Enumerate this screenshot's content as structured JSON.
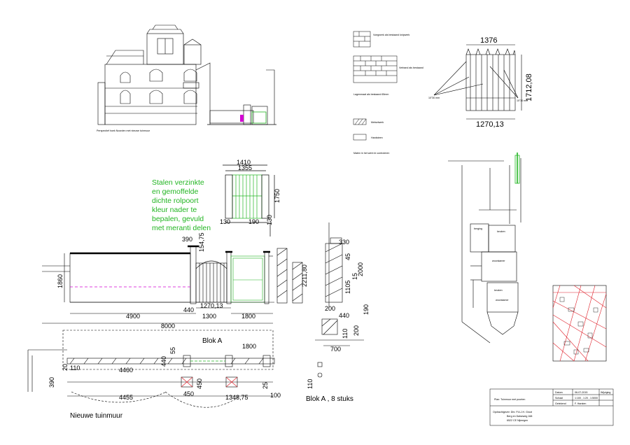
{
  "legend": {
    "brick_existing_joint": "Voegwerk als bestaand knipwerk",
    "brick_bond": "Verband als bestaand",
    "layer_size": "Lagenmaat als bestaand 65mm",
    "masonry": "Metselwerk",
    "bluestone": "Hardsteen",
    "note": "Maten in het werk te controleren"
  },
  "elevation_caption": "Perspectief hoek Noorden met nieuwe tuinmuur",
  "detail_top": {
    "dim_width_top": "1376",
    "dim_height": "1712,08",
    "dim_width_bottom": "1270,13",
    "note_left": "10\"30 mm",
    "note_right": "10\"30 mm"
  },
  "gate": {
    "note_lines": [
      "Stalen verzinkte",
      "en gemoffelde",
      "dichte rolpoort",
      "kleur nader te",
      "bepalen, gevuld",
      "met meranti delen"
    ],
    "dim_1410": "1410",
    "dim_1355": "1355",
    "dim_1750": "1750",
    "dim_130a": "130",
    "dim_190": "190",
    "dim_130b": "130"
  },
  "wall_elevation": {
    "dim_390": "390",
    "dim_154": "154,75",
    "dim_1860": "1860",
    "dim_440": "440",
    "dim_1270": "1270,13",
    "dim_4900": "4900",
    "dim_1300": "1300",
    "dim_1800": "1800",
    "dim_8000": "8000",
    "dim_2211": "2211,80",
    "dim_330": "330",
    "dim_1105": "1105",
    "dim_2000": "2000",
    "dim_200": "200",
    "dim_45": "45",
    "dim_15": "15",
    "dim_190": "190"
  },
  "section": {
    "dim_440": "440",
    "dim_200": "200",
    "dim_110": "110",
    "dim_700": "700"
  },
  "plan": {
    "block_label": "Blok A",
    "block_count": "Blok A , 8 stuks",
    "dim_1800": "1800",
    "dim_55": "55",
    "dim_440": "440",
    "dim_4460": "4460",
    "dim_4455": "4455",
    "dim_450a": "450",
    "dim_450b": "450",
    "dim_1348": "1348,75",
    "dim_100": "100",
    "dim_390": "390",
    "dim_20": "20",
    "dim_110": "110",
    "dim_25": "25",
    "dim_110b": "110",
    "title": "Nieuwe tuinmuur"
  },
  "site_plan": {
    "room_1": "berging",
    "room_2": "keuken",
    "room_3": "woonkamer",
    "room_4": "keuken",
    "room_5": "woonkamer"
  },
  "title_block": {
    "project": "Plan: Tuinmuur met poorten",
    "date_label": "Datum",
    "date": "06-07-2015",
    "change_label": "Wijziging",
    "scale_label": "Schaal",
    "scale": "1:100 , 1:20 , 1:5000",
    "drawn_label": "Getekend",
    "drawn": "F. Harsten",
    "client_lines": [
      "Opdrachtgever: Dhr. P.A.J.H. Groot",
      "Berg en Dalseweg 168",
      "6522 CE Nijmegen"
    ]
  },
  "colors": {
    "line": "#000000",
    "green": "#22b522",
    "magenta": "#d300d3",
    "red": "#e0202a"
  }
}
